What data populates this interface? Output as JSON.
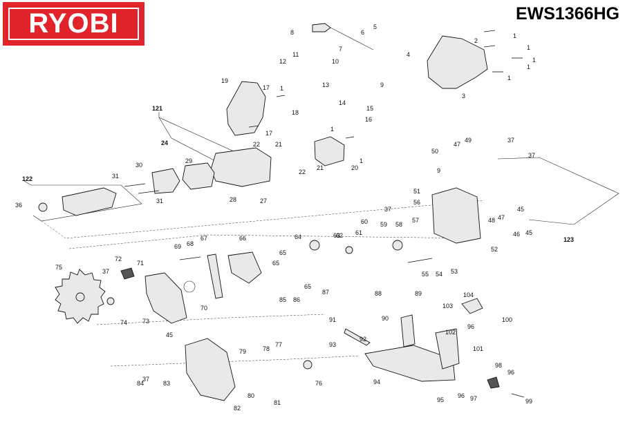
{
  "brand": {
    "logo_text": "RYOBI",
    "color": "#e1232b"
  },
  "model": "EWS1366HG",
  "callouts": [
    "1",
    "1",
    "1",
    "1",
    "1",
    "1",
    "1",
    "1",
    "2",
    "3",
    "4",
    "5",
    "6",
    "7",
    "8",
    "9",
    "9",
    "10",
    "11",
    "12",
    "13",
    "14",
    "15",
    "16",
    "17",
    "17",
    "18",
    "19",
    "20",
    "21",
    "21",
    "22",
    "22",
    "24",
    "27",
    "28",
    "29",
    "30",
    "31",
    "31",
    "36",
    "37",
    "37",
    "37",
    "37",
    "37",
    "45",
    "45",
    "45",
    "46",
    "47",
    "47",
    "48",
    "49",
    "50",
    "51",
    "52",
    "53",
    "54",
    "55",
    "56",
    "57",
    "58",
    "59",
    "60",
    "61",
    "62",
    "63",
    "64",
    "65",
    "65",
    "65",
    "66",
    "67",
    "68",
    "69",
    "70",
    "71",
    "72",
    "73",
    "74",
    "75",
    "76",
    "77",
    "78",
    "79",
    "80",
    "81",
    "82",
    "83",
    "84",
    "85",
    "86",
    "87",
    "88",
    "89",
    "90",
    "91",
    "92",
    "93",
    "94",
    "95",
    "96",
    "96",
    "96",
    "97",
    "98",
    "99",
    "100",
    "101",
    "102",
    "103",
    "104",
    "121",
    "122",
    "123"
  ]
}
